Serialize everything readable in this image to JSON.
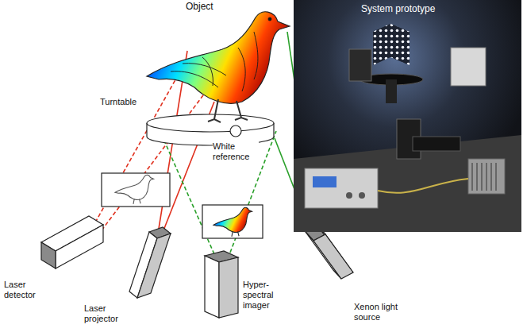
{
  "diagram": {
    "labels": [
      "Object",
      "System prototype",
      "Turntable",
      "White reference",
      "Laser detector",
      "Laser projector",
      "Hyper- spectral imager",
      "Xenon light source"
    ]
  }
}
